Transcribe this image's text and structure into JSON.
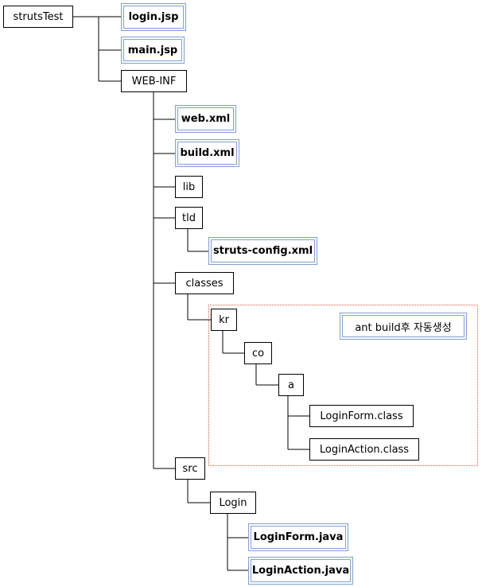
{
  "tree": {
    "root": "strutsTest",
    "login_jsp": "login.jsp",
    "main_jsp": "main.jsp",
    "web_inf": "WEB-INF",
    "web_xml": "web.xml",
    "build_xml": "build.xml",
    "lib": "lib",
    "tld": "tld",
    "struts_config": "struts-config.xml",
    "classes": "classes",
    "kr": "kr",
    "co": "co",
    "a": "a",
    "login_form_class": "LoginForm.class",
    "login_action_class": "LoginAction.class",
    "src": "src",
    "login_pkg": "Login",
    "login_form_java": "LoginForm.java",
    "login_action_java": "LoginAction.java"
  },
  "note": "ant build후 자동생성",
  "colors": {
    "highlight_border": "#7f9fcf",
    "note_region_border": "#d65c3c",
    "line": "#000000"
  }
}
